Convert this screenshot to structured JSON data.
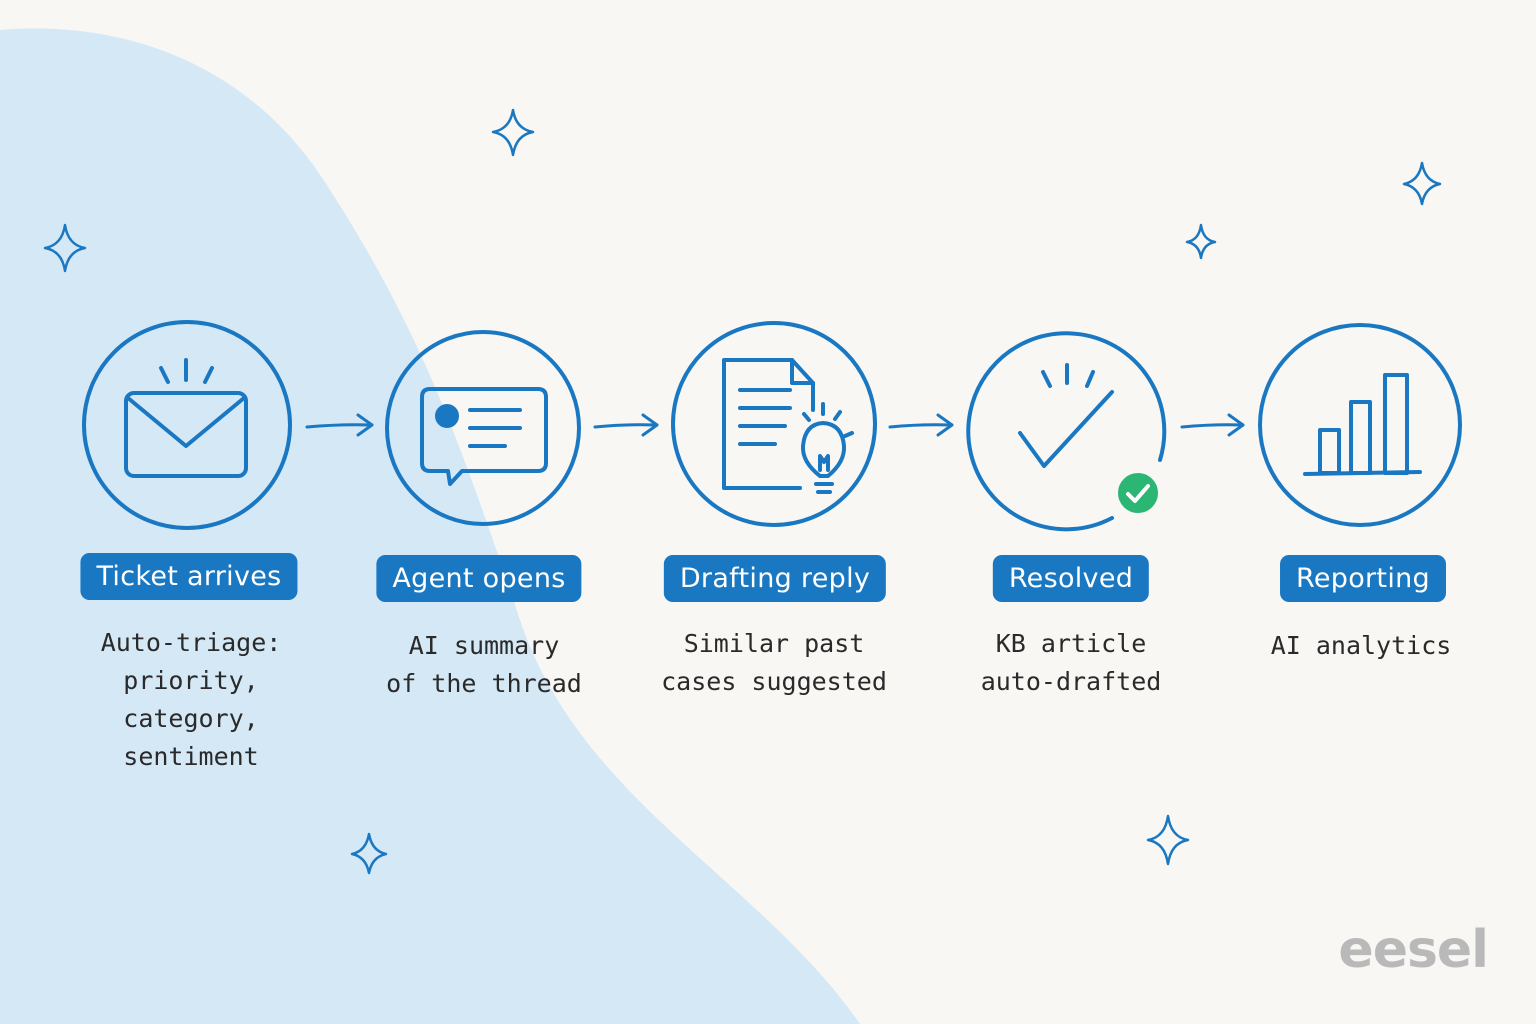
{
  "steps": [
    {
      "label": "Ticket arrives",
      "icon": "envelope-icon",
      "desc": [
        "Auto-triage:",
        "priority, category,",
        "sentiment"
      ]
    },
    {
      "label": "Agent opens",
      "icon": "chat-card-icon",
      "desc": [
        "AI summary",
        "of the thread"
      ]
    },
    {
      "label": "Drafting reply",
      "icon": "document-lightbulb-icon",
      "desc": [
        "Similar past",
        "cases suggested"
      ]
    },
    {
      "label": "Resolved",
      "icon": "checkmark-icon",
      "desc": [
        "KB article",
        "auto-drafted"
      ]
    },
    {
      "label": "Reporting",
      "icon": "bar-chart-icon",
      "desc": [
        "AI analytics"
      ]
    }
  ],
  "brand": {
    "logo": "eesel"
  },
  "colors": {
    "accent": "#1a78c2",
    "blob": "#d5e8f6",
    "background": "#f8f7f4",
    "success": "#2bb673",
    "logo": "#b9b9b9"
  }
}
